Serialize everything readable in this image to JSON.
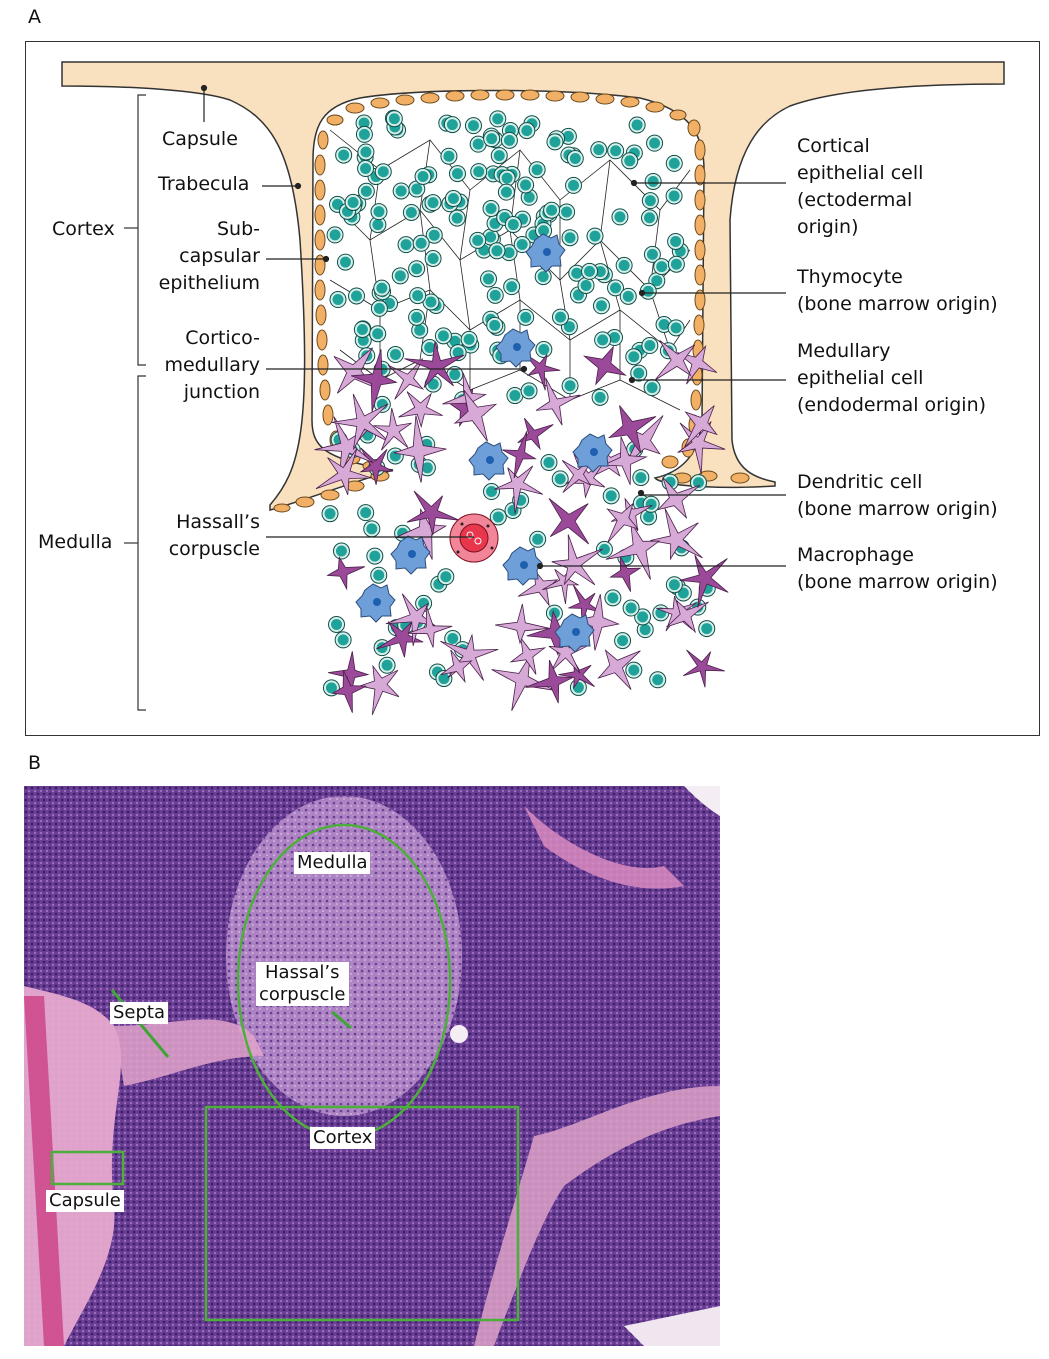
{
  "panel_a": {
    "letter": "A",
    "labels": {
      "capsule": "Capsule",
      "trabecula": "Trabecula",
      "cortex": "Cortex",
      "subcapsular": [
        "Sub-",
        "capsular",
        "epithelium"
      ],
      "corticomedullary": [
        "Cortico-",
        "medullary",
        "junction"
      ],
      "medulla": "Medulla",
      "hassall": [
        "Hassall’s",
        "corpuscle"
      ],
      "cortical_epithelial": [
        "Cortical",
        "epithelial cell",
        "(ectodermal",
        "origin)"
      ],
      "thymocyte": [
        "Thymocyte",
        "(bone marrow origin)"
      ],
      "medullary_epithelial": [
        "Medullary",
        "epithelial cell",
        "(endodermal origin)"
      ],
      "dendritic": [
        "Dendritic cell",
        "(bone marrow origin)"
      ],
      "macrophage": [
        "Macrophage",
        "(bone marrow origin)"
      ]
    }
  },
  "panel_b": {
    "letter": "B",
    "labels": {
      "medulla": "Medulla",
      "hassal": [
        "Hassal’s",
        "corpuscle"
      ],
      "septa": "Septa",
      "cortex": "Cortex",
      "capsule": "Capsule"
    }
  },
  "colors": {
    "capsule_fill": "#f9e1bf",
    "subcapsular_cell": "#f2b066",
    "thymocyte": "#1fa29a",
    "macrophage": "#6f9fd9",
    "dendritic": "#d6a9d6",
    "medullary_epithelial": "#9b4a99",
    "hassall": "#e8374d",
    "histology_bg": "#7a4f9e",
    "outline_green": "#4caf3a"
  }
}
